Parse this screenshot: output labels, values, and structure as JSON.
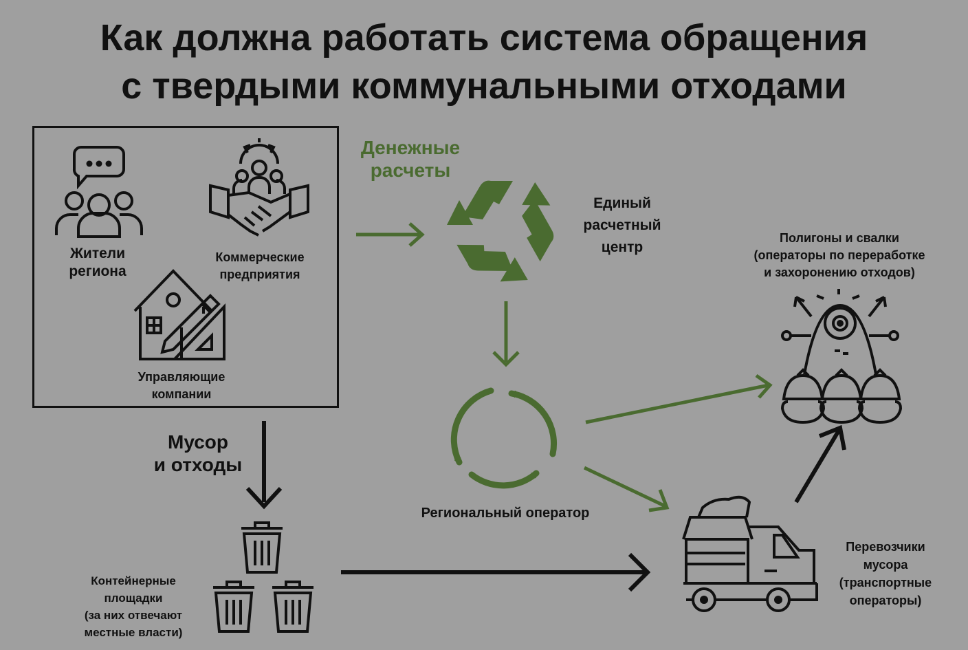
{
  "title": {
    "line1": "Как должна работать система обращения",
    "line2": "с твердыми коммунальными отходами"
  },
  "stakeholders": {
    "residents": {
      "line1": "Жители",
      "line2": "региона",
      "icon": "residents-icon"
    },
    "businesses": {
      "line1": "Коммерческие",
      "line2": "предприятия",
      "icon": "handshake-icon"
    },
    "management": {
      "line1": "Управляющие",
      "line2": "компании",
      "icon": "house-icon"
    }
  },
  "payments": {
    "line1": "Денежные",
    "line2": "расчеты"
  },
  "settlement_center": {
    "line1": "Единый",
    "line2": "расчетный",
    "line3": "центр",
    "icon": "recycle-icon"
  },
  "regional_operator": {
    "label": "Региональный оператор",
    "icon": "cycle-icon"
  },
  "waste_flow": {
    "line1": "Мусор",
    "line2": "и отходы"
  },
  "containers": {
    "line1": "Контейнерные",
    "line2": "площадки",
    "line3": "(за них отвечают",
    "line4": "местные власти)",
    "icon": "trash-bin-icon"
  },
  "landfills": {
    "line1": "Полигоны и свалки",
    "line2": "(операторы по переработке",
    "line3": "и захоронению отходов)",
    "icon": "garbage-monster-icon"
  },
  "carriers": {
    "line1": "Перевозчики",
    "line2": "мусора",
    "line3": "(транспортные",
    "line4": "операторы)",
    "icon": "garbage-truck-icon"
  },
  "colors": {
    "background": "#9f9f9f",
    "accent_green": "#4a6b30",
    "ink": "#111111"
  }
}
